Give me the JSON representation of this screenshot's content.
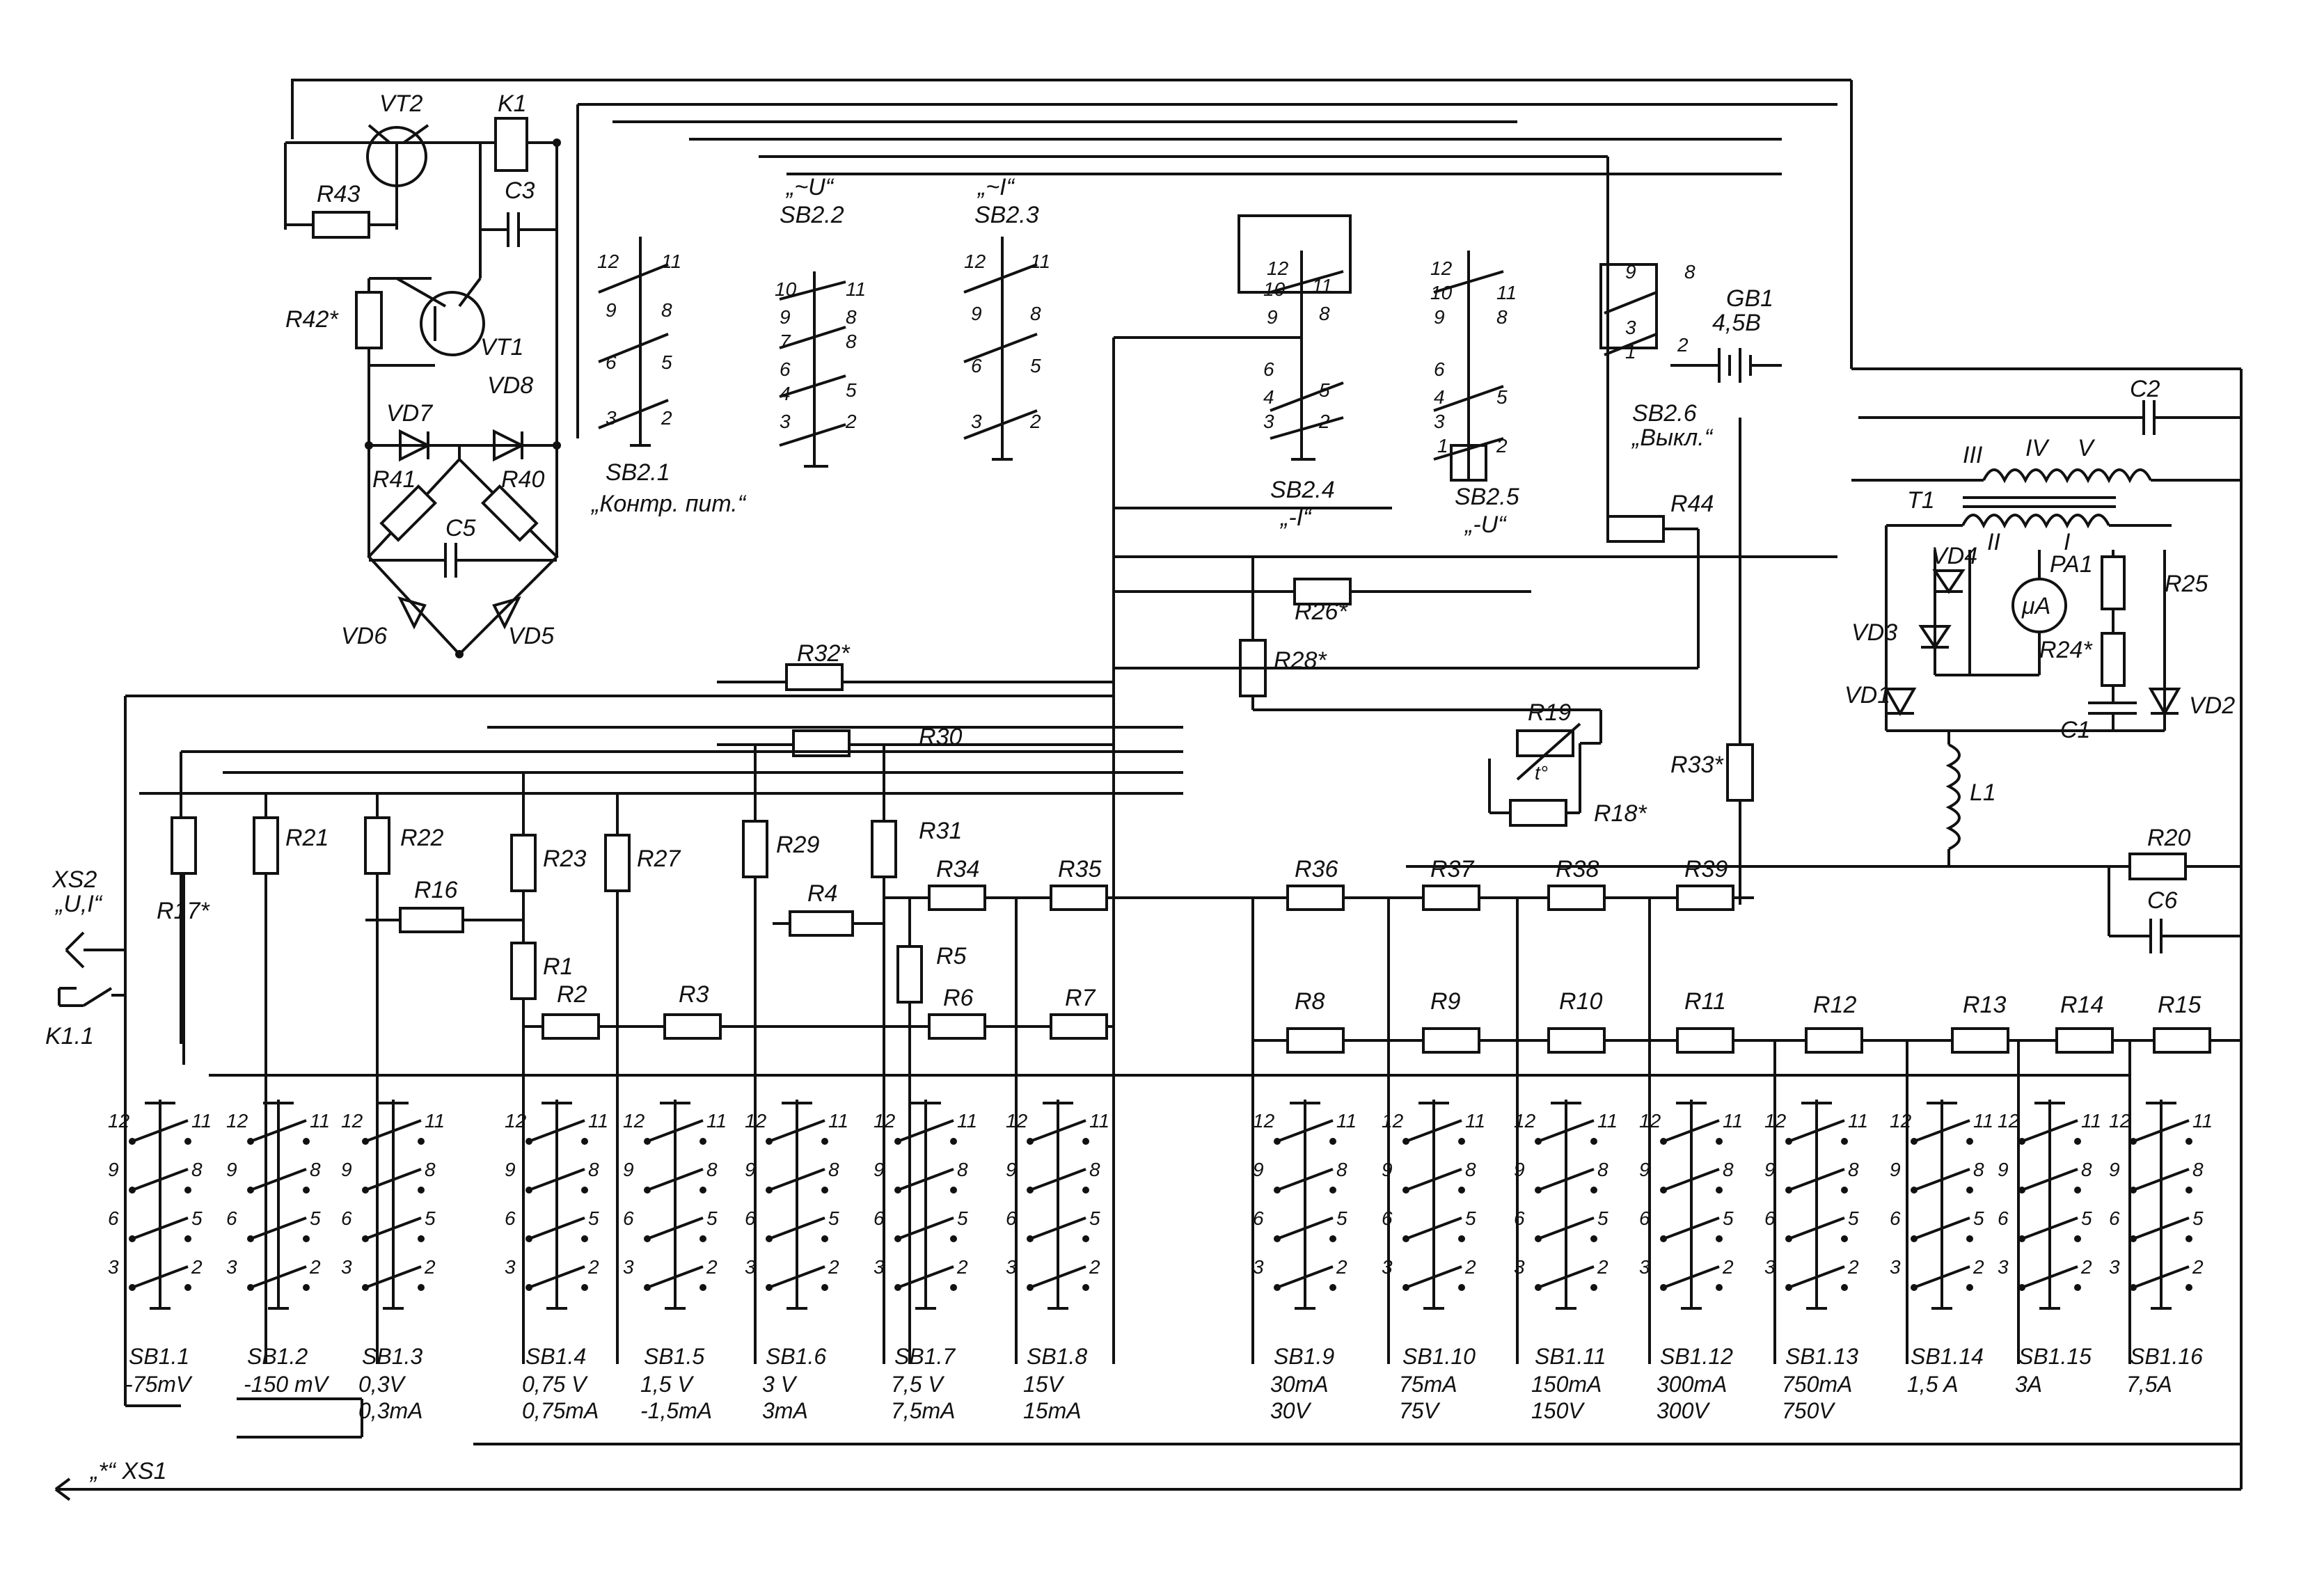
{
  "labels": {
    "VT2": "VT2",
    "K1": "K1",
    "R43": "R43",
    "C3": "C3",
    "R42": "R42*",
    "VT1": "VT1",
    "VD7": "VD7",
    "VD8": "VD8",
    "R41": "R41",
    "R40": "R40",
    "C5": "C5",
    "VD6": "VD6",
    "VD5": "VD5",
    "SB21": "SB2.1",
    "SB21_sub": "„Контр. пит.“",
    "SB22_title": "„~U“",
    "SB22": "SB2.2",
    "SB23_title": "„~I“",
    "SB23": "SB2.3",
    "SB24": "SB2.4",
    "SB24_sub": "„-I“",
    "SB25": "SB2.5",
    "SB25_sub": "„-U“",
    "SB26": "SB2.6",
    "SB26_sub": "„Выкл.“",
    "GB1": "GB1",
    "GB1_v": "4,5В",
    "C2": "C2",
    "R44": "R44",
    "T1": "T1",
    "T1_III": "III",
    "T1_IV": "IV",
    "T1_V": "V",
    "T1_II": "II",
    "T1_I": "I",
    "VD4": "VD4",
    "PA1": "PA1",
    "PA1_sym": "μA",
    "R25": "R25",
    "R24": "R24*",
    "VD3": "VD3",
    "VD1": "VD1",
    "VD2": "VD2",
    "C1": "C1",
    "L1": "L1",
    "R26": "R26*",
    "R28": "R28*",
    "R19": "R19",
    "R18": "R18*",
    "R33": "R33*",
    "R20": "R20",
    "C6": "C6",
    "R32": "R32*",
    "R30": "R30",
    "XS2": "XS2",
    "XS2_sub": "„U,I“",
    "K11": "K1.1",
    "XS1": "„*“ XS1",
    "R17": "R17*",
    "R21": "R21",
    "R22": "R22",
    "R16": "R16",
    "R23": "R23",
    "R27": "R27",
    "R29": "R29",
    "R31": "R31",
    "R34": "R34",
    "R35": "R35",
    "R36": "R36",
    "R37": "R37",
    "R38": "R38",
    "R39": "R39",
    "R1": "R1",
    "R2": "R2",
    "R3": "R3",
    "R4": "R4",
    "R5": "R5",
    "R6": "R6",
    "R7": "R7",
    "R8": "R8",
    "R9": "R9",
    "R10": "R10",
    "R11": "R11",
    "R12": "R12",
    "R13": "R13",
    "R14": "R14",
    "R15": "R15",
    "thermo": "t°"
  },
  "switches": [
    {
      "id": "SB1.1",
      "ranges": [
        "-75mV"
      ]
    },
    {
      "id": "SB1.2",
      "ranges": [
        "-150 mV"
      ]
    },
    {
      "id": "SB1.3",
      "ranges": [
        "0,3V",
        "0,3mA"
      ]
    },
    {
      "id": "SB1.4",
      "ranges": [
        "0,75 V",
        "0,75mA"
      ]
    },
    {
      "id": "SB1.5",
      "ranges": [
        "1,5 V",
        "-1,5mA"
      ]
    },
    {
      "id": "SB1.6",
      "ranges": [
        "3 V",
        "3mA"
      ]
    },
    {
      "id": "SB1.7",
      "ranges": [
        "7,5 V",
        "7,5mA"
      ]
    },
    {
      "id": "SB1.8",
      "ranges": [
        "15V",
        "15mA"
      ]
    },
    {
      "id": "SB1.9",
      "ranges": [
        "30mA",
        "30V"
      ]
    },
    {
      "id": "SB1.10",
      "ranges": [
        "75mA",
        "75V"
      ]
    },
    {
      "id": "SB1.11",
      "ranges": [
        "150mA",
        "150V"
      ]
    },
    {
      "id": "SB1.12",
      "ranges": [
        "300mA",
        "300V"
      ]
    },
    {
      "id": "SB1.13",
      "ranges": [
        "750mA",
        "750V"
      ]
    },
    {
      "id": "SB1.14",
      "ranges": [
        "1,5 A"
      ]
    },
    {
      "id": "SB1.15",
      "ranges": [
        "3A"
      ]
    },
    {
      "id": "SB1.16",
      "ranges": [
        "7,5A"
      ]
    }
  ],
  "pins": {
    "p12": "12",
    "p11": "11",
    "p10": "10",
    "p9": "9",
    "p8": "8",
    "p7": "7",
    "p6": "6",
    "p5": "5",
    "p4": "4",
    "p3": "3",
    "p2": "2",
    "p1": "1"
  }
}
